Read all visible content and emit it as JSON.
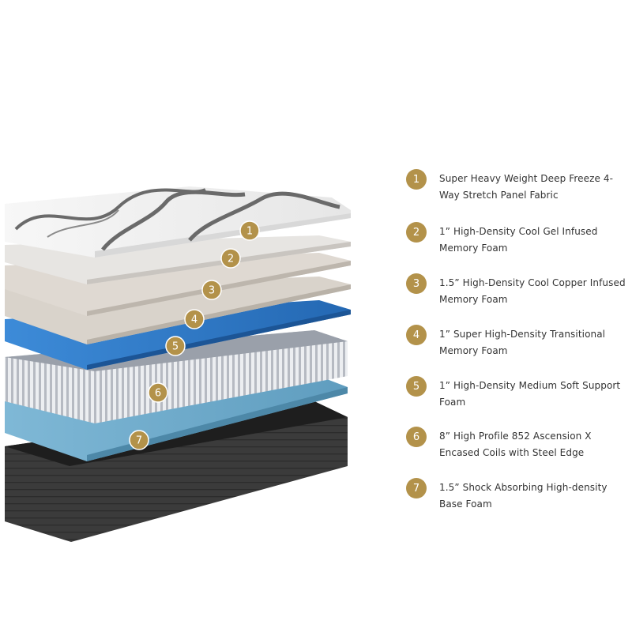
{
  "colors": {
    "badge": "#b3924a",
    "badge_text": "#ffffff",
    "layer_fabric": "#f4f4f4",
    "layer_foam_light": "#dcd7d1",
    "layer_transitional": "#d2ccc4",
    "layer_support": "#2f78c7",
    "layer_coils": "#c9ccd2",
    "layer_base": "#6fa9c8",
    "frame": "#3a3a3a"
  },
  "layers": [
    {
      "number": "1",
      "label": "Super Heavy Weight Deep Freeze 4-Way Stretch Panel Fabric"
    },
    {
      "number": "2",
      "label": "1” High-Density Cool Gel Infused Memory Foam"
    },
    {
      "number": "3",
      "label": "1.5” High-Density Cool Copper Infused Memory Foam"
    },
    {
      "number": "4",
      "label": "1” Super High-Density Transitional Memory Foam"
    },
    {
      "number": "5",
      "label": "1” High-Density Medium Soft Support Foam"
    },
    {
      "number": "6",
      "label": "8” High Profile 852 Ascension X Encased Coils with Steel Edge"
    },
    {
      "number": "7",
      "label": "1.5” Shock Absorbing High-density Base Foam"
    }
  ]
}
